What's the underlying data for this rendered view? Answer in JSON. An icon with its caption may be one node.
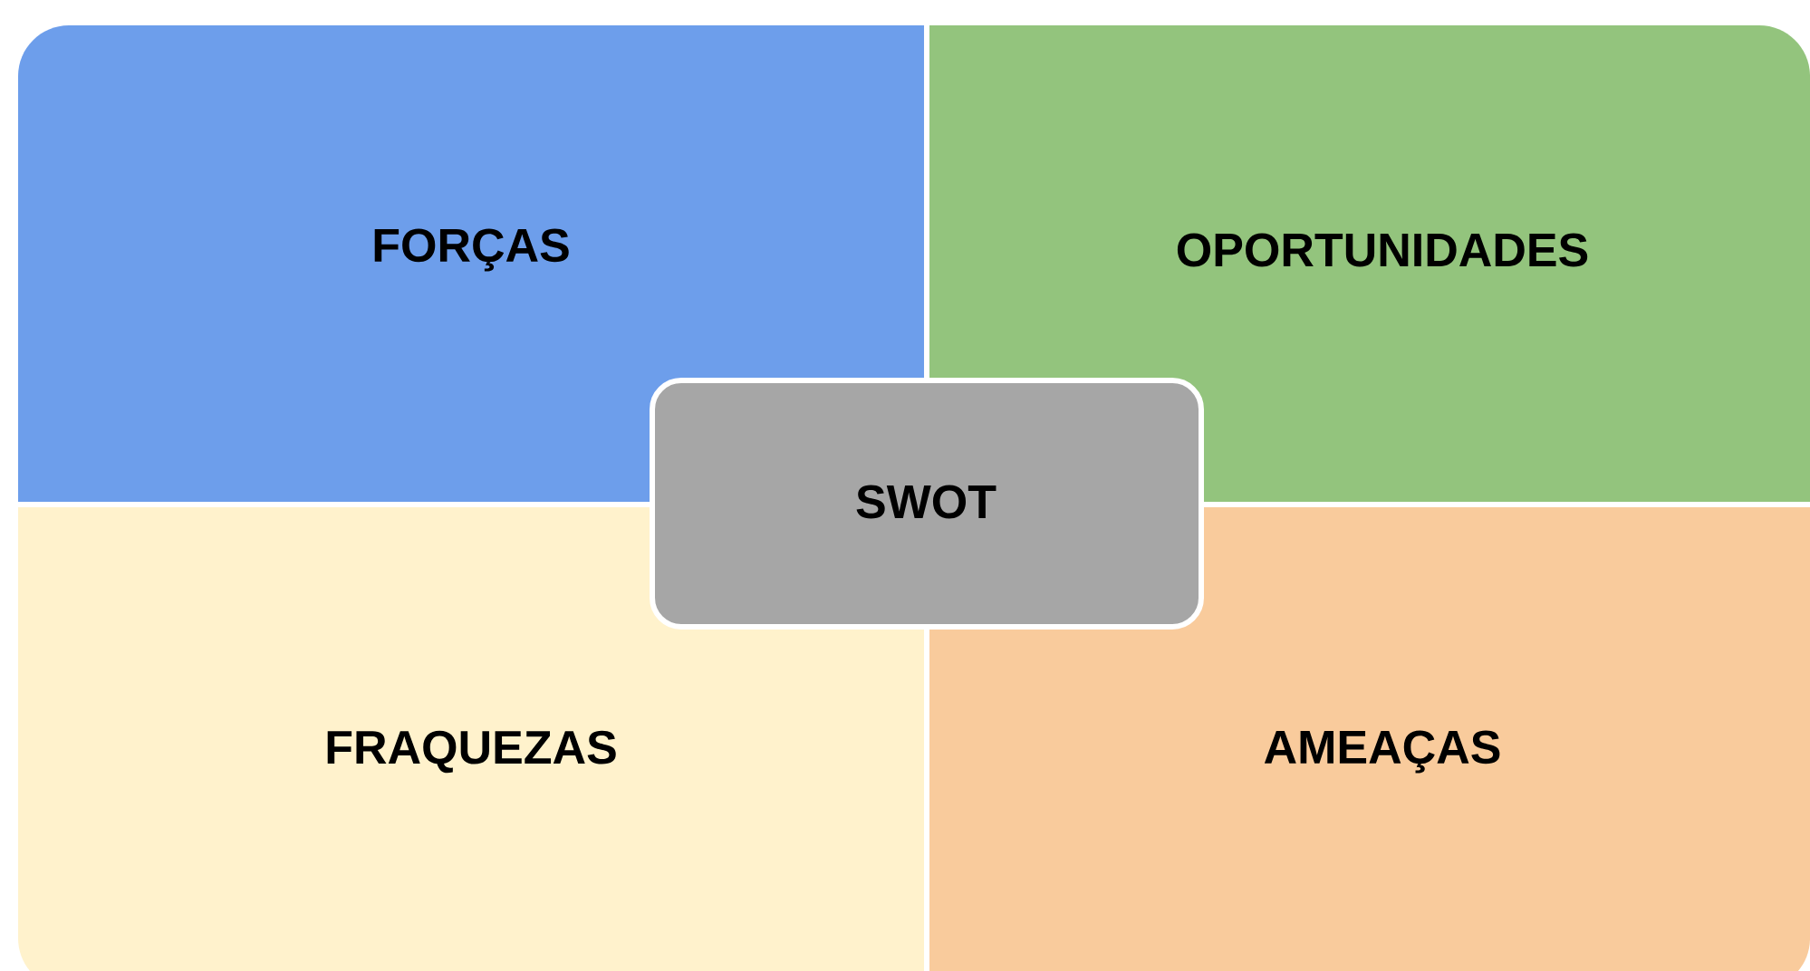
{
  "diagram": {
    "nodes": [
      {
        "text": [
          "FORÇAS"
        ]
      },
      {
        "text": [
          "OPORTUNIDADES"
        ]
      },
      {
        "text": [
          "SWOT"
        ]
      },
      {
        "text": [
          "FRAQUEZAS"
        ]
      },
      {
        "text": [
          "AMEAÇAS"
        ]
      }
    ]
  }
}
